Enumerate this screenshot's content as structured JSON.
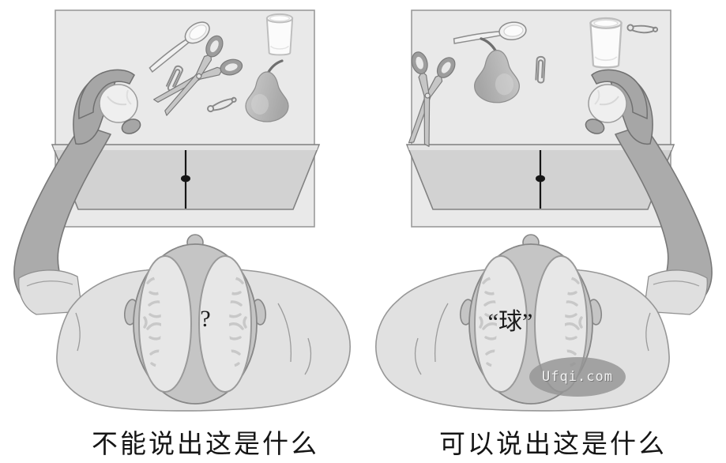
{
  "figure": {
    "description": "split-brain experiment diagram, top view of subject behind a divided screen touching objects on a table",
    "background": "#ffffff",
    "watermark": {
      "text": "Ufqi.com"
    },
    "panels": [
      {
        "side": "left",
        "caption": "不能说出这是什么",
        "brain_label": "?",
        "holding_hand": "left",
        "labeled_hemisphere": "right",
        "objects": [
          "ball (held in left hand)",
          "spoon",
          "paperclip",
          "scissors",
          "safety pin",
          "pear",
          "glass"
        ]
      },
      {
        "side": "right",
        "caption": "可以说出这是什么",
        "brain_label": "“球”",
        "holding_hand": "right",
        "labeled_hemisphere": "left",
        "objects": [
          "scissors",
          "spoon",
          "pear",
          "paperclip",
          "glass",
          "safety pin",
          "ball (held in right hand)"
        ]
      }
    ],
    "fixation": {
      "marker": "vertical line with central dot"
    },
    "colors": {
      "table_backdrop": "#e9e9e9",
      "divider_screen": "#d2d2d2",
      "fixation": "#161616",
      "arm_skin": "#ababab",
      "shirt": "#e1e1e1",
      "skull": "#c5c5c5",
      "brain": "#e7e7e7",
      "gyri": "#c8c8c8",
      "pear": "#b5b5b5",
      "watermark_bg": "#949494",
      "caption_text": "#151515"
    }
  }
}
